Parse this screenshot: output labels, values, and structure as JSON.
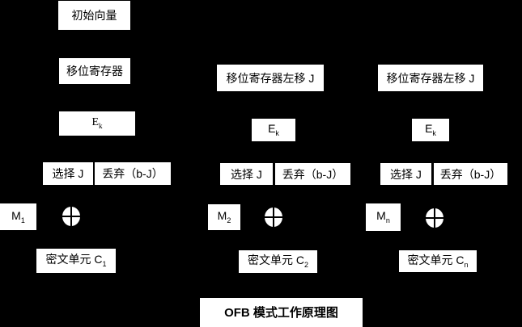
{
  "title": "OFB 模式工作原理图",
  "colors": {
    "background": "#000000",
    "box_bg": "#ffffff",
    "text": "#000000"
  },
  "icons": {
    "xor": "circle-plus ⊕"
  },
  "columns": [
    {
      "iv": "初始向量",
      "shift_register": "移位寄存器",
      "cipher_base": "E",
      "cipher_sub": "k",
      "select": "选择 J",
      "discard": "丢弃（b-J）",
      "message_base": "M",
      "message_sub": "1",
      "output_base": "密文单元 C",
      "output_sub": "1"
    },
    {
      "shift_register": "移位寄存器左移 J",
      "cipher_base": "E",
      "cipher_sub": "k",
      "select": "选择 J",
      "discard": "丢弃（b-J）",
      "message_base": "M",
      "message_sub": "2",
      "output_base": "密文单元 C",
      "output_sub": "2"
    },
    {
      "shift_register": "移位寄存器左移 J",
      "cipher_base": "E",
      "cipher_sub": "k",
      "select": "选择 J",
      "discard": "丢弃（b-J）",
      "message_base": "M",
      "message_sub": "n",
      "output_base": "密文单元 C",
      "output_sub": "n"
    }
  ]
}
